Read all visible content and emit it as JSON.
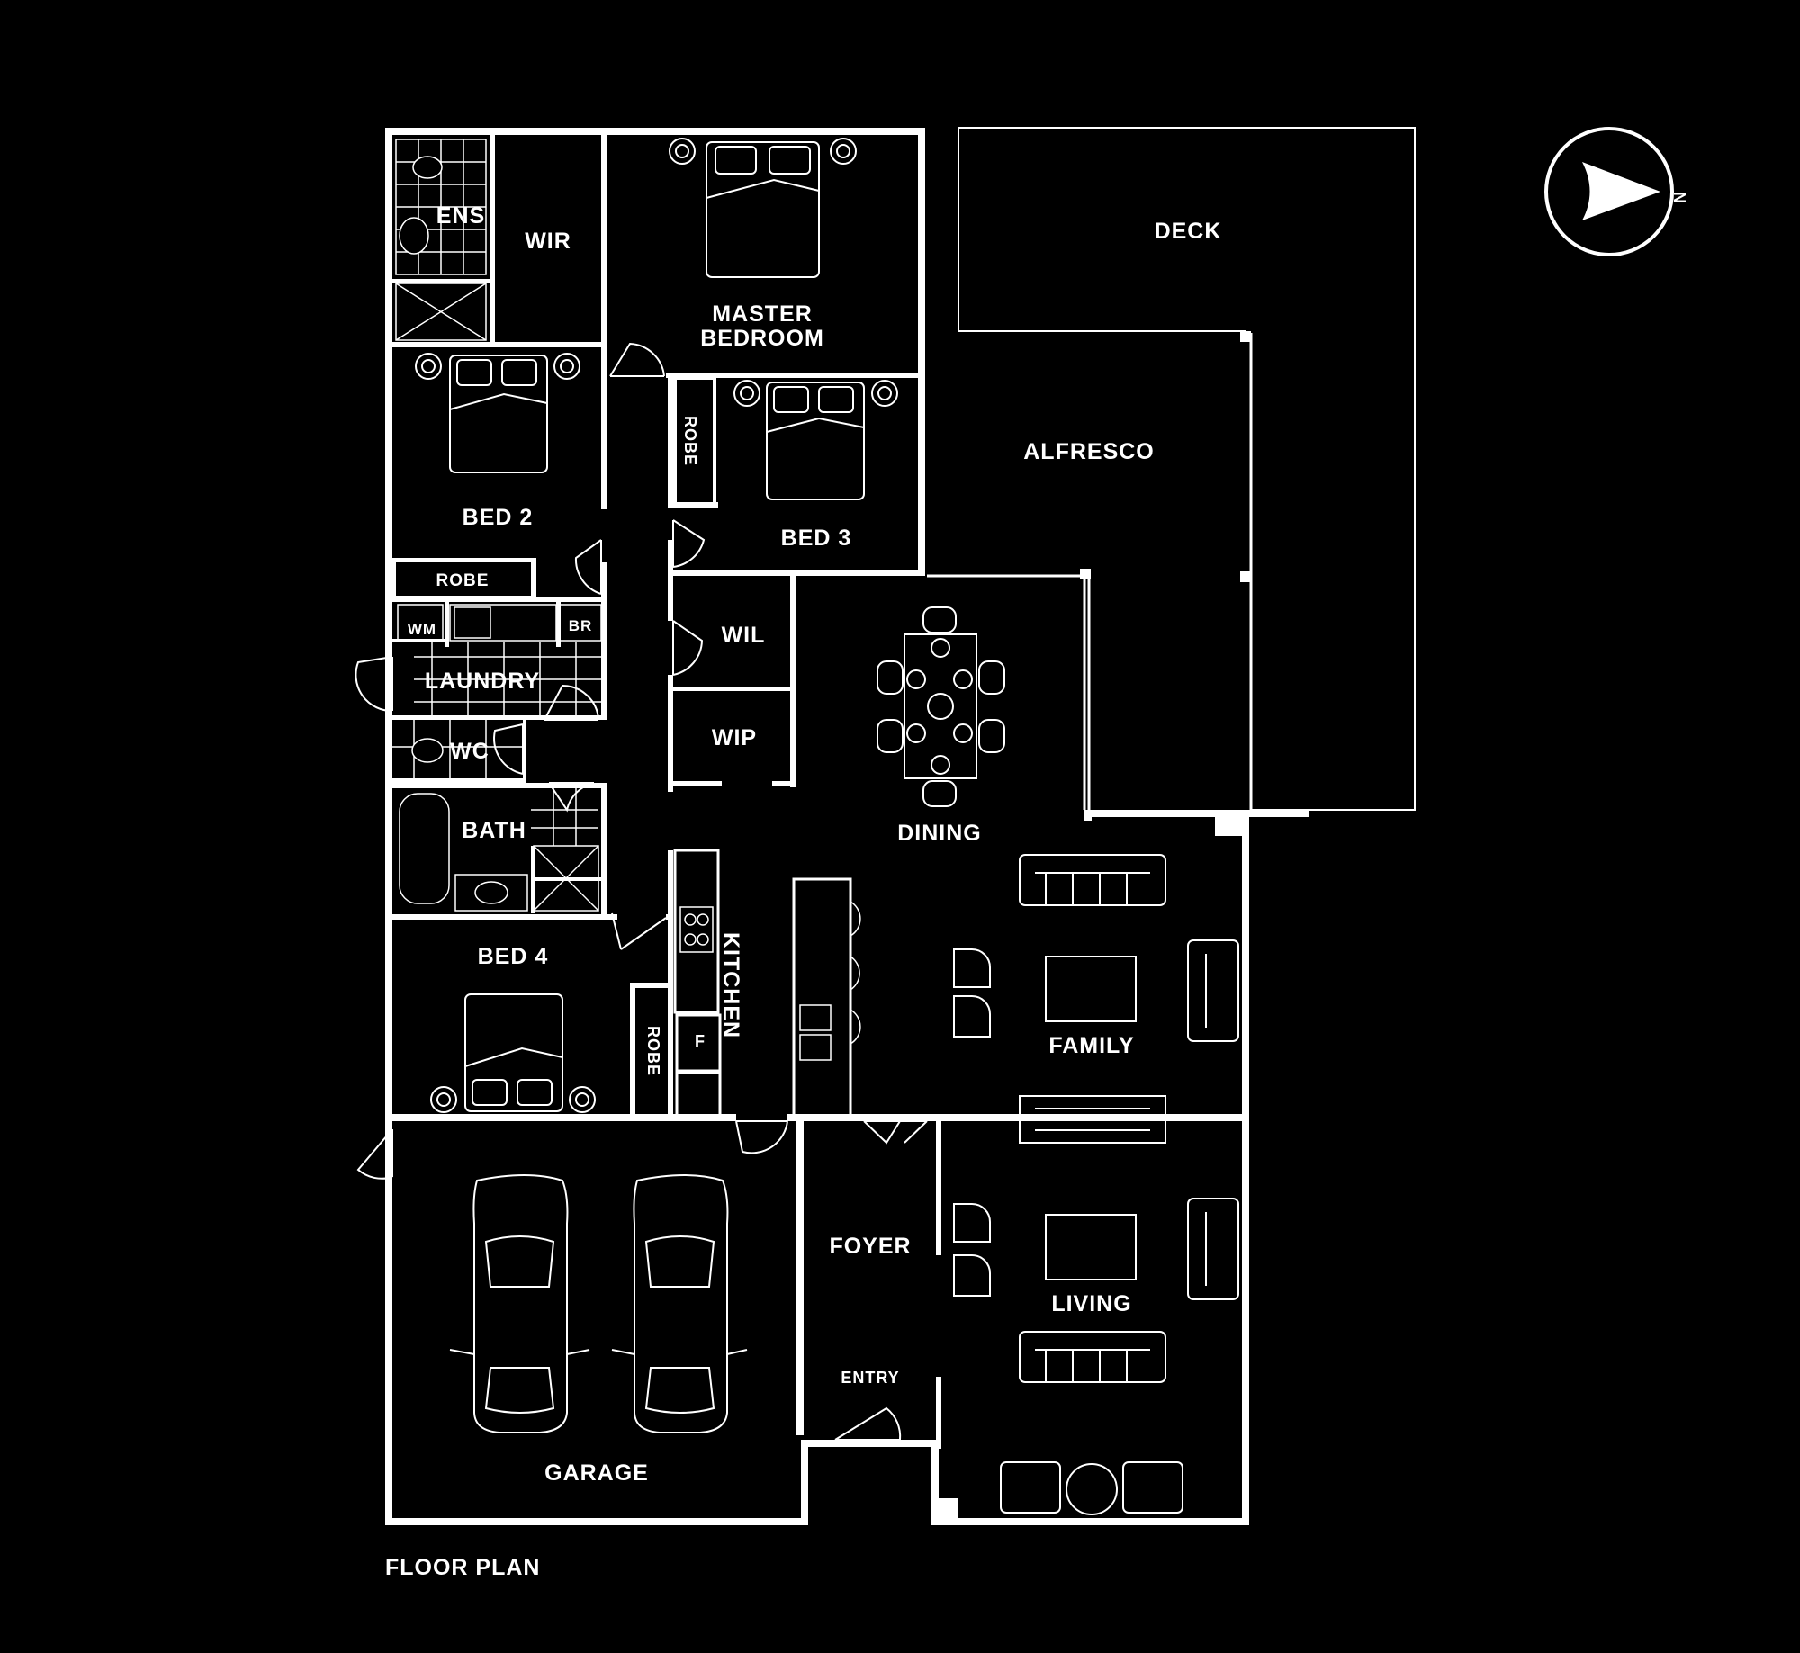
{
  "title": "FLOOR PLAN",
  "compass": {
    "letter": "N"
  },
  "rooms": {
    "ens": "ENS",
    "wir": "WIR",
    "master_line1": "MASTER",
    "master_line2": "BEDROOM",
    "deck": "DECK",
    "alfresco": "ALFRESCO",
    "bed2": "BED 2",
    "bed3": "BED 3",
    "robe_bed2": "ROBE",
    "robe_bed3": "ROBE",
    "robe_bed4": "ROBE",
    "wm": "WM",
    "br": "BR",
    "laundry": "LAUNDRY",
    "wil": "WIL",
    "wip": "WIP",
    "wc": "WC",
    "bath": "BATH",
    "dining": "DINING",
    "kitchen": "KITCHEN",
    "fridge": "F",
    "bed4": "BED 4",
    "family": "FAMILY",
    "foyer": "FOYER",
    "living": "LIVING",
    "entry": "ENTRY",
    "garage": "GARAGE"
  },
  "colors": {
    "background": "#000000",
    "lines": "#ffffff"
  }
}
